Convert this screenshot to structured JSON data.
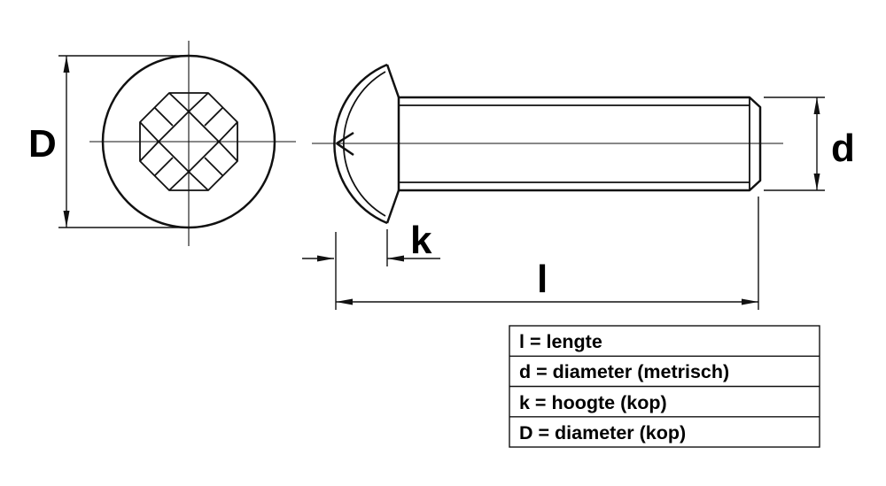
{
  "labels": {
    "D": "D",
    "d": "d",
    "k": "k",
    "l": "l"
  },
  "legend": {
    "rows": [
      "l = lengte",
      "d = diameter (metrisch)",
      "k = hoogte (kop)",
      "D = diameter (kop)"
    ]
  }
}
